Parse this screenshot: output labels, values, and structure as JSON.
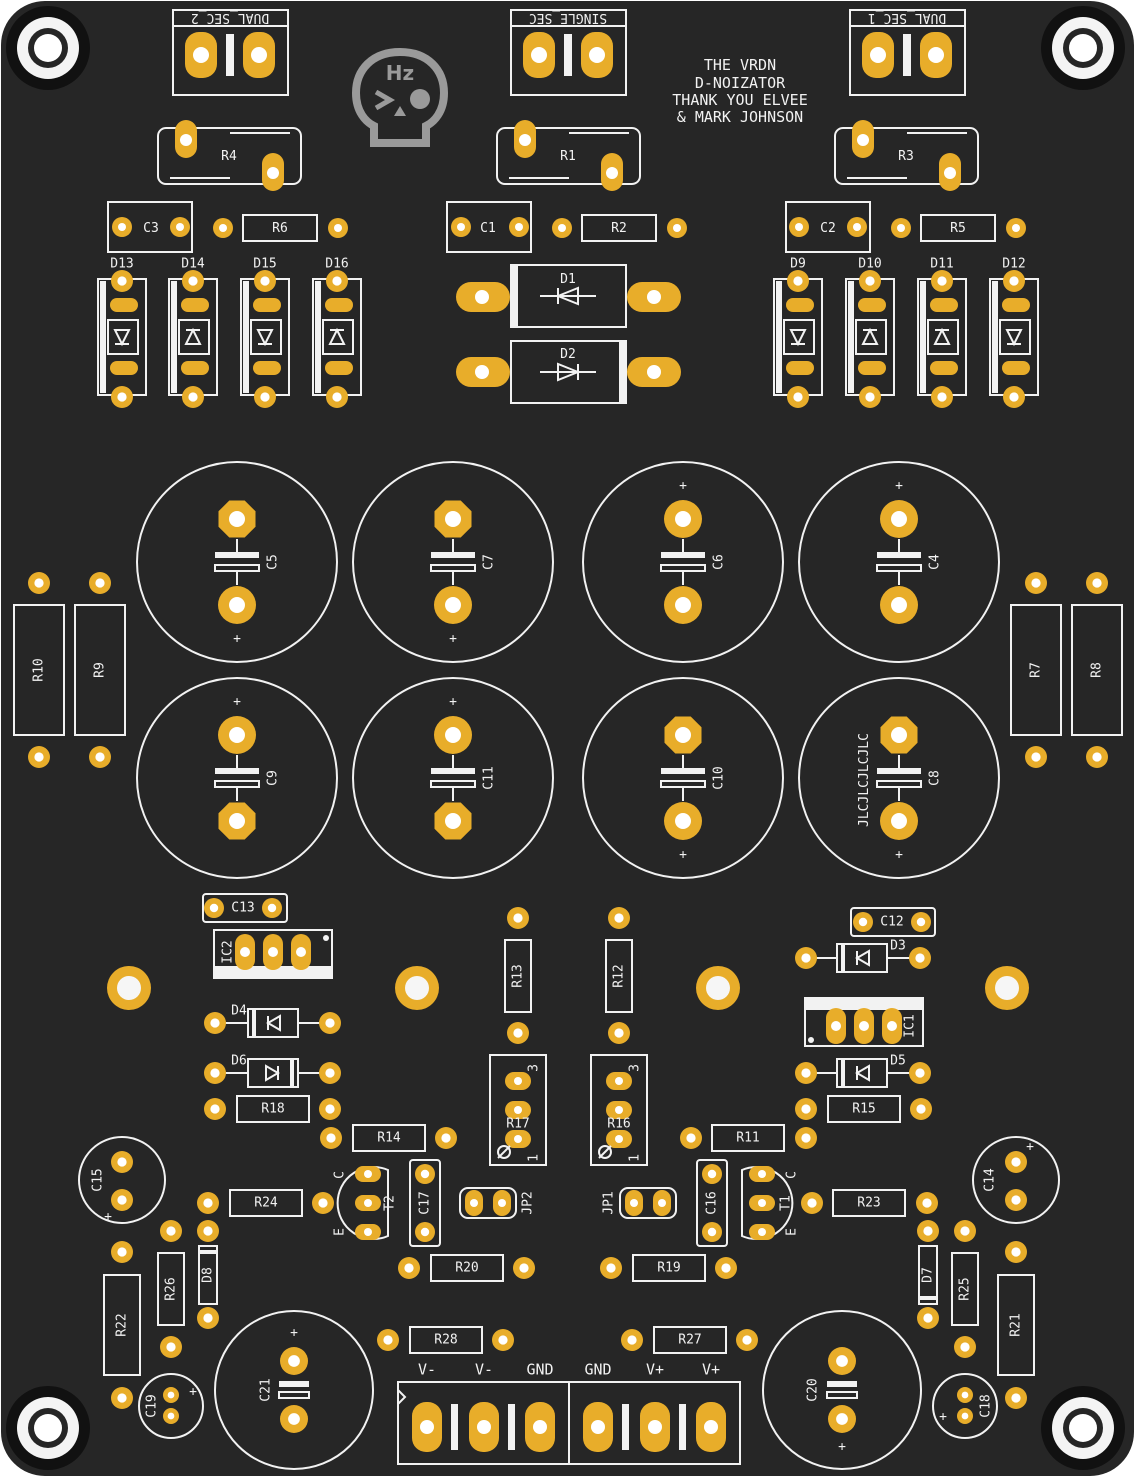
{
  "board": {
    "colors": {
      "board": "#262626",
      "silk": "#f2f2f2",
      "copper": "#e8ad2a",
      "hole": "#ffffff"
    },
    "title_lines": [
      "THE VRDN",
      "D-NOIZATOR",
      "THANK YOU ELVEE",
      "& MARK JOHNSON"
    ],
    "logo_text": "Hz",
    "jlc_text": "JLCJLCJLCJLC"
  },
  "connectors": [
    {
      "id": "dual2",
      "label": "DUAL_SEC_2"
    },
    {
      "id": "single",
      "label": "SINGLE_SEC"
    },
    {
      "id": "dual1",
      "label": "DUAL_SEC_1"
    }
  ],
  "power_pins": [
    "V-",
    "V-",
    "GND",
    "GND",
    "V+",
    "V+"
  ],
  "refs": {
    "R1": "R1",
    "R2": "R2",
    "R3": "R3",
    "R4": "R4",
    "R5": "R5",
    "R6": "R6",
    "R7": "R7",
    "R8": "R8",
    "R9": "R9",
    "R10": "R10",
    "R11": "R11",
    "R12": "R12",
    "R13": "R13",
    "R14": "R14",
    "R15": "R15",
    "R16": "R16",
    "R17": "R17",
    "R18": "R18",
    "R19": "R19",
    "R20": "R20",
    "R21": "R21",
    "R22": "R22",
    "R23": "R23",
    "R24": "R24",
    "R25": "R25",
    "R26": "R26",
    "R27": "R27",
    "R28": "R28",
    "C1": "C1",
    "C2": "C2",
    "C3": "C3",
    "C4": "C4",
    "C5": "C5",
    "C6": "C6",
    "C7": "C7",
    "C8": "C8",
    "C9": "C9",
    "C10": "C10",
    "C11": "C11",
    "C12": "C12",
    "C13": "C13",
    "C14": "C14",
    "C15": "C15",
    "C16": "C16",
    "C17": "C17",
    "C18": "C18",
    "C19": "C19",
    "C20": "C20",
    "C21": "C21",
    "D1": "D1",
    "D2": "D2",
    "D3": "D3",
    "D4": "D4",
    "D5": "D5",
    "D6": "D6",
    "D7": "D7",
    "D8": "D8",
    "D9": "D9",
    "D10": "D10",
    "D11": "D11",
    "D12": "D12",
    "D13": "D13",
    "D14": "D14",
    "D15": "D15",
    "D16": "D16",
    "IC1": "IC1",
    "IC2": "IC2",
    "T1": "T1",
    "T2": "T2",
    "JP1": "JP1",
    "JP2": "JP2"
  },
  "marks": {
    "plus": "+",
    "minus": "-",
    "pin1": "1",
    "pin3": "3",
    "collector": "C",
    "emitter": "E"
  }
}
